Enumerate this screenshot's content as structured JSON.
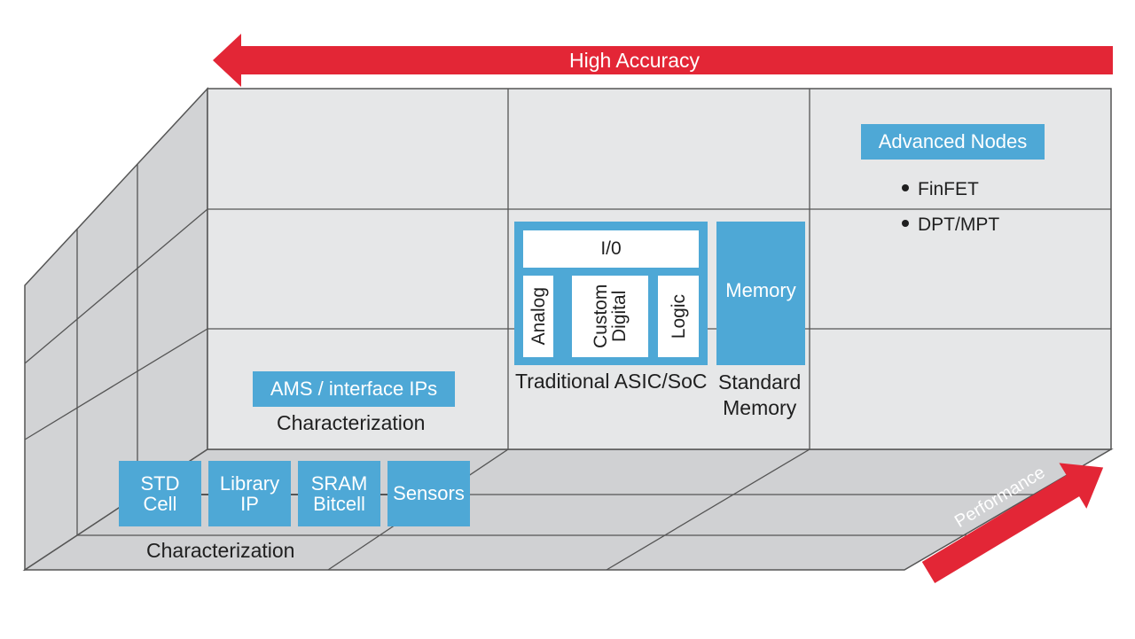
{
  "colors": {
    "accent_red": "#e32636",
    "block_blue": "#4ea8d6",
    "wall_light": "#e6e7e8",
    "side_gray": "#d2d3d5",
    "floor_gray": "#d0d1d3",
    "line_gray": "#555555"
  },
  "axes": {
    "top_arrow": {
      "label": "High Accuracy",
      "direction": "left",
      "icon": "arrow-left-icon"
    },
    "bottom_arrow": {
      "label": "Performance",
      "direction": "up-right",
      "icon": "arrow-up-right-icon"
    }
  },
  "floor_section": {
    "blocks": [
      {
        "line1": "STD",
        "line2": "Cell"
      },
      {
        "line1": "Library",
        "line2": "IP"
      },
      {
        "line1": "SRAM",
        "line2": "Bitcell"
      },
      {
        "line1": "Sensors",
        "line2": ""
      }
    ],
    "caption": "Characterization"
  },
  "ams_section": {
    "block": "AMS / interface IPs",
    "caption": "Characterization"
  },
  "asic_section": {
    "io": "I/0",
    "columns": [
      "Analog",
      "Custom Digital",
      "Logic"
    ],
    "caption": "Traditional ASIC/SoC"
  },
  "memory_section": {
    "block": "Memory",
    "caption_line1": "Standard",
    "caption_line2": "Memory"
  },
  "advanced_section": {
    "block": "Advanced Nodes",
    "bullets": [
      "FinFET",
      "DPT/MPT"
    ]
  }
}
